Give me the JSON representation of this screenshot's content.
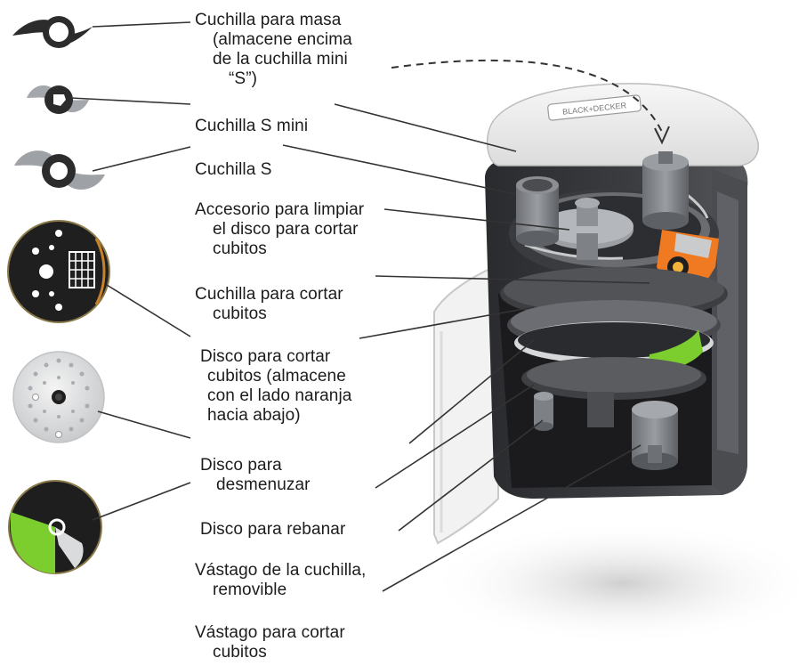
{
  "brand": "BLACK+DECKER",
  "labels": {
    "dough_blade": [
      "Cuchilla para masa",
      "(almacene encima",
      "de la cuchilla mini",
      "“S”)"
    ],
    "mini_s_blade": [
      "Cuchilla S mini"
    ],
    "s_blade": [
      "Cuchilla S"
    ],
    "dicing_cleaner": [
      "Accesorio para limpiar",
      "el disco para cortar",
      "cubitos"
    ],
    "dicing_blade": [
      "Cuchilla para cortar",
      "cubitos"
    ],
    "dicing_disc": [
      "Disco para cortar",
      "cubitos (almacene",
      "con el lado naranja",
      "hacia abajo)"
    ],
    "shredding_disc": [
      "Disco para",
      "desmenuzar"
    ],
    "slicing_disc": [
      "Disco para rebanar"
    ],
    "blade_stem": [
      "Vástago de la cuchilla,",
      "removible"
    ],
    "dicing_stem": [
      "Vástago para cortar",
      "cubitos"
    ]
  },
  "colors": {
    "housing": "#2f3033",
    "housing_light": "#5a5c60",
    "accent_green": "#7ccd2e",
    "accent_orange": "#f07a22",
    "metal": "#b9bcc0",
    "leader": "#333333"
  }
}
